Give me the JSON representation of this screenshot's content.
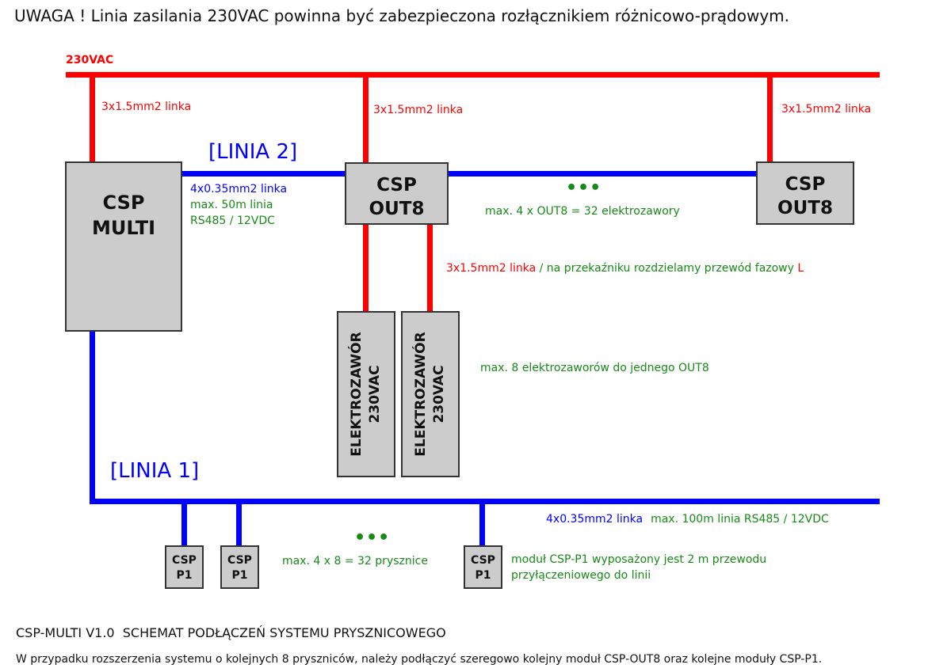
{
  "header": {
    "warning": "UWAGA ! Linia zasilania 230VAC powinna być zabezpieczona rozłącznikiem różnicowo-prądowym."
  },
  "power_line": {
    "label": "230VAC",
    "drop_labels": [
      "3x1.5mm2 linka",
      "3x1.5mm2 linka",
      "3x1.5mm2 linka"
    ]
  },
  "line2": {
    "title": "[LINIA 2]",
    "cable": "4x0.35mm2 linka",
    "length": "max. 50m linia",
    "signal": "RS485 / 12VDC",
    "dots": "•••",
    "max_out8": "max. 4 x OUT8 = 32 elektrozawory"
  },
  "modules": {
    "multi": {
      "line1": "CSP",
      "line2": "MULTI"
    },
    "out8_a": {
      "line1": "CSP",
      "line2": "OUT8"
    },
    "out8_b": {
      "line1": "CSP",
      "line2": "OUT8"
    }
  },
  "valves": {
    "cable_note_red": "3x1.5mm2 linka",
    "cable_note_sep": " / na przekaźniku rozdzielamy przewód fazowy ",
    "cable_note_L": "L",
    "items": [
      {
        "line1": "ELEKTROZAWÓR",
        "line2": "230VAC"
      },
      {
        "line1": "ELEKTROZAWÓR",
        "line2": "230VAC"
      }
    ],
    "max_note": "max. 8 elektrozaworów do jednego OUT8"
  },
  "line1": {
    "title": "[LINIA 1]",
    "cable": "4x0.35mm2 linka",
    "spec": "max. 100m linia RS485 / 12VDC",
    "dots": "•••",
    "max_showers": "max. 4 x 8 = 32 prysznice",
    "p1_note_1": "moduł CSP-P1 wyposażony jest 2 m przewodu",
    "p1_note_2": "przyłączeniowego do linii",
    "p1_modules": [
      {
        "line1": "CSP",
        "line2": "P1"
      },
      {
        "line1": "CSP",
        "line2": "P1"
      },
      {
        "line1": "CSP",
        "line2": "P1"
      }
    ]
  },
  "footer": {
    "title": "CSP-MULTI V1.0  SCHEMAT PODŁĄCZEŃ SYSTEMU PRYSZNICOWEGO",
    "note": "W przypadku rozszerzenia systemu o kolejnych 8 pryszniców, należy podłączyć szeregowo kolejny moduł CSP-OUT8 oraz kolejne moduły CSP-P1."
  },
  "colors": {
    "power": "#ff0000",
    "bus": "#0000ff",
    "note": "#168a16",
    "module_fill": "#cccccc"
  }
}
